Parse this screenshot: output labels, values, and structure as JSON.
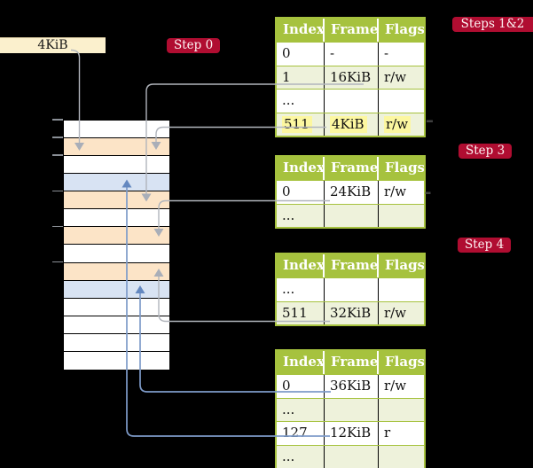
{
  "diagram": {
    "frame_box": {
      "label": "4KiB"
    },
    "badges": [
      {
        "id": "step0",
        "label": "Step 0"
      },
      {
        "id": "steps12",
        "label": "Steps 1&2"
      },
      {
        "id": "step3",
        "label": "Step 3"
      },
      {
        "id": "step4",
        "label": "Step 4"
      }
    ],
    "memory": {
      "rows": [
        {
          "color": "white"
        },
        {
          "color": "peach"
        },
        {
          "color": "white"
        },
        {
          "color": "blue"
        },
        {
          "color": "peach"
        },
        {
          "color": "white"
        },
        {
          "color": "peach"
        },
        {
          "color": "white"
        },
        {
          "color": "peach"
        },
        {
          "color": "blue"
        },
        {
          "color": "white"
        },
        {
          "color": "white"
        },
        {
          "color": "white"
        },
        {
          "color": "white"
        }
      ],
      "tick_boundaries": [
        0,
        1,
        2,
        4,
        6,
        8
      ]
    },
    "tables": [
      {
        "id": "page-table-1",
        "header": [
          "Index",
          "Frame",
          "Flags"
        ],
        "rows": [
          {
            "cells": [
              "0",
              "-",
              "-"
            ],
            "shade": "white"
          },
          {
            "cells": [
              "1",
              "16KiB",
              "r/w"
            ],
            "shade": "green"
          },
          {
            "cells": [
              "...",
              "",
              ""
            ],
            "shade": "white"
          },
          {
            "cells": [
              "511",
              "4KiB",
              "r/w"
            ],
            "shade": "green",
            "highlight": true
          }
        ]
      },
      {
        "id": "page-table-2",
        "header": [
          "Index",
          "Frame",
          "Flags"
        ],
        "rows": [
          {
            "cells": [
              "0",
              "24KiB",
              "r/w"
            ],
            "shade": "white"
          },
          {
            "cells": [
              "...",
              "",
              ""
            ],
            "shade": "green"
          }
        ]
      },
      {
        "id": "page-table-3",
        "header": [
          "Index",
          "Frame",
          "Flags"
        ],
        "rows": [
          {
            "cells": [
              "...",
              "",
              ""
            ],
            "shade": "white"
          },
          {
            "cells": [
              "511",
              "32KiB",
              "r/w"
            ],
            "shade": "green"
          }
        ]
      },
      {
        "id": "page-table-4",
        "header": [
          "Index",
          "Frame",
          "Flags"
        ],
        "rows": [
          {
            "cells": [
              "0",
              "36KiB",
              "r/w"
            ],
            "shade": "white"
          },
          {
            "cells": [
              "...",
              "",
              ""
            ],
            "shade": "green"
          },
          {
            "cells": [
              "127",
              "12KiB",
              "r"
            ],
            "shade": "white"
          },
          {
            "cells": [
              "...",
              "",
              ""
            ],
            "shade": "green"
          }
        ]
      }
    ],
    "connectors": [
      {
        "id": "c1",
        "from": "frame-box-4kib",
        "to": "memory-row-2",
        "color": "gray"
      },
      {
        "id": "c2",
        "from": "table1-entry-1-16kib",
        "to": "memory-row-5",
        "color": "gray"
      },
      {
        "id": "c3",
        "from": "table1-entry-511-4kib",
        "to": "memory-row-2",
        "color": "gray"
      },
      {
        "id": "c4",
        "from": "table2-entry-0-24kib",
        "to": "memory-row-7",
        "color": "gray"
      },
      {
        "id": "c5",
        "from": "table3-entry-511-32kib",
        "to": "memory-row-9",
        "color": "gray"
      },
      {
        "id": "c6",
        "from": "table4-entry-0-36kib",
        "to": "memory-row-10",
        "color": "blue"
      },
      {
        "id": "c7",
        "from": "table4-entry-127-12kib",
        "to": "memory-row-4",
        "color": "blue"
      }
    ],
    "colors": {
      "header_green": "#a6c23e",
      "row_green": "#eef2db",
      "peach": "#fce4c7",
      "blue_row": "#d8e3f3",
      "cream": "#fbf0cd",
      "badge_red": "#b00d31",
      "gray_line": "#b1b5bc",
      "blue_line": "#7e9bc9",
      "highlight_yellow": "#fcf7a0"
    }
  }
}
